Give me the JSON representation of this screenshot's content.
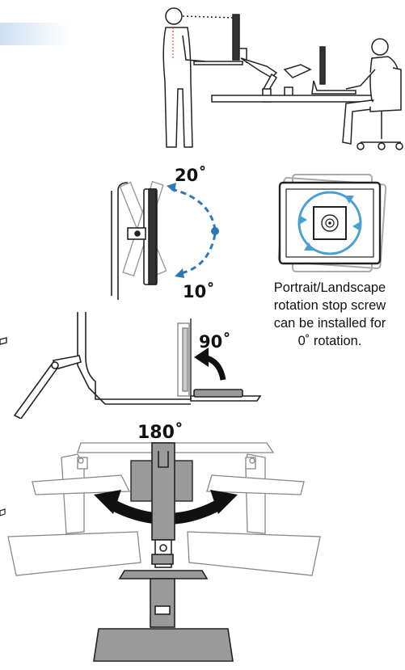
{
  "angles": {
    "tilt_up": "20˚",
    "tilt_down": "10˚",
    "rotate_keyboard": "90˚",
    "swivel": "180˚"
  },
  "caption": {
    "line1": "Portrait/Landscape",
    "line2": "rotation stop screw",
    "line3": "can be installed for",
    "line4": "0˚ rotation."
  },
  "colors": {
    "arrow_blue": "#2f78b7",
    "rotate_blue": "#4a9fd3",
    "arrow_black": "#111111",
    "part_gray": "#9a9a9a",
    "outline": "#222222"
  }
}
